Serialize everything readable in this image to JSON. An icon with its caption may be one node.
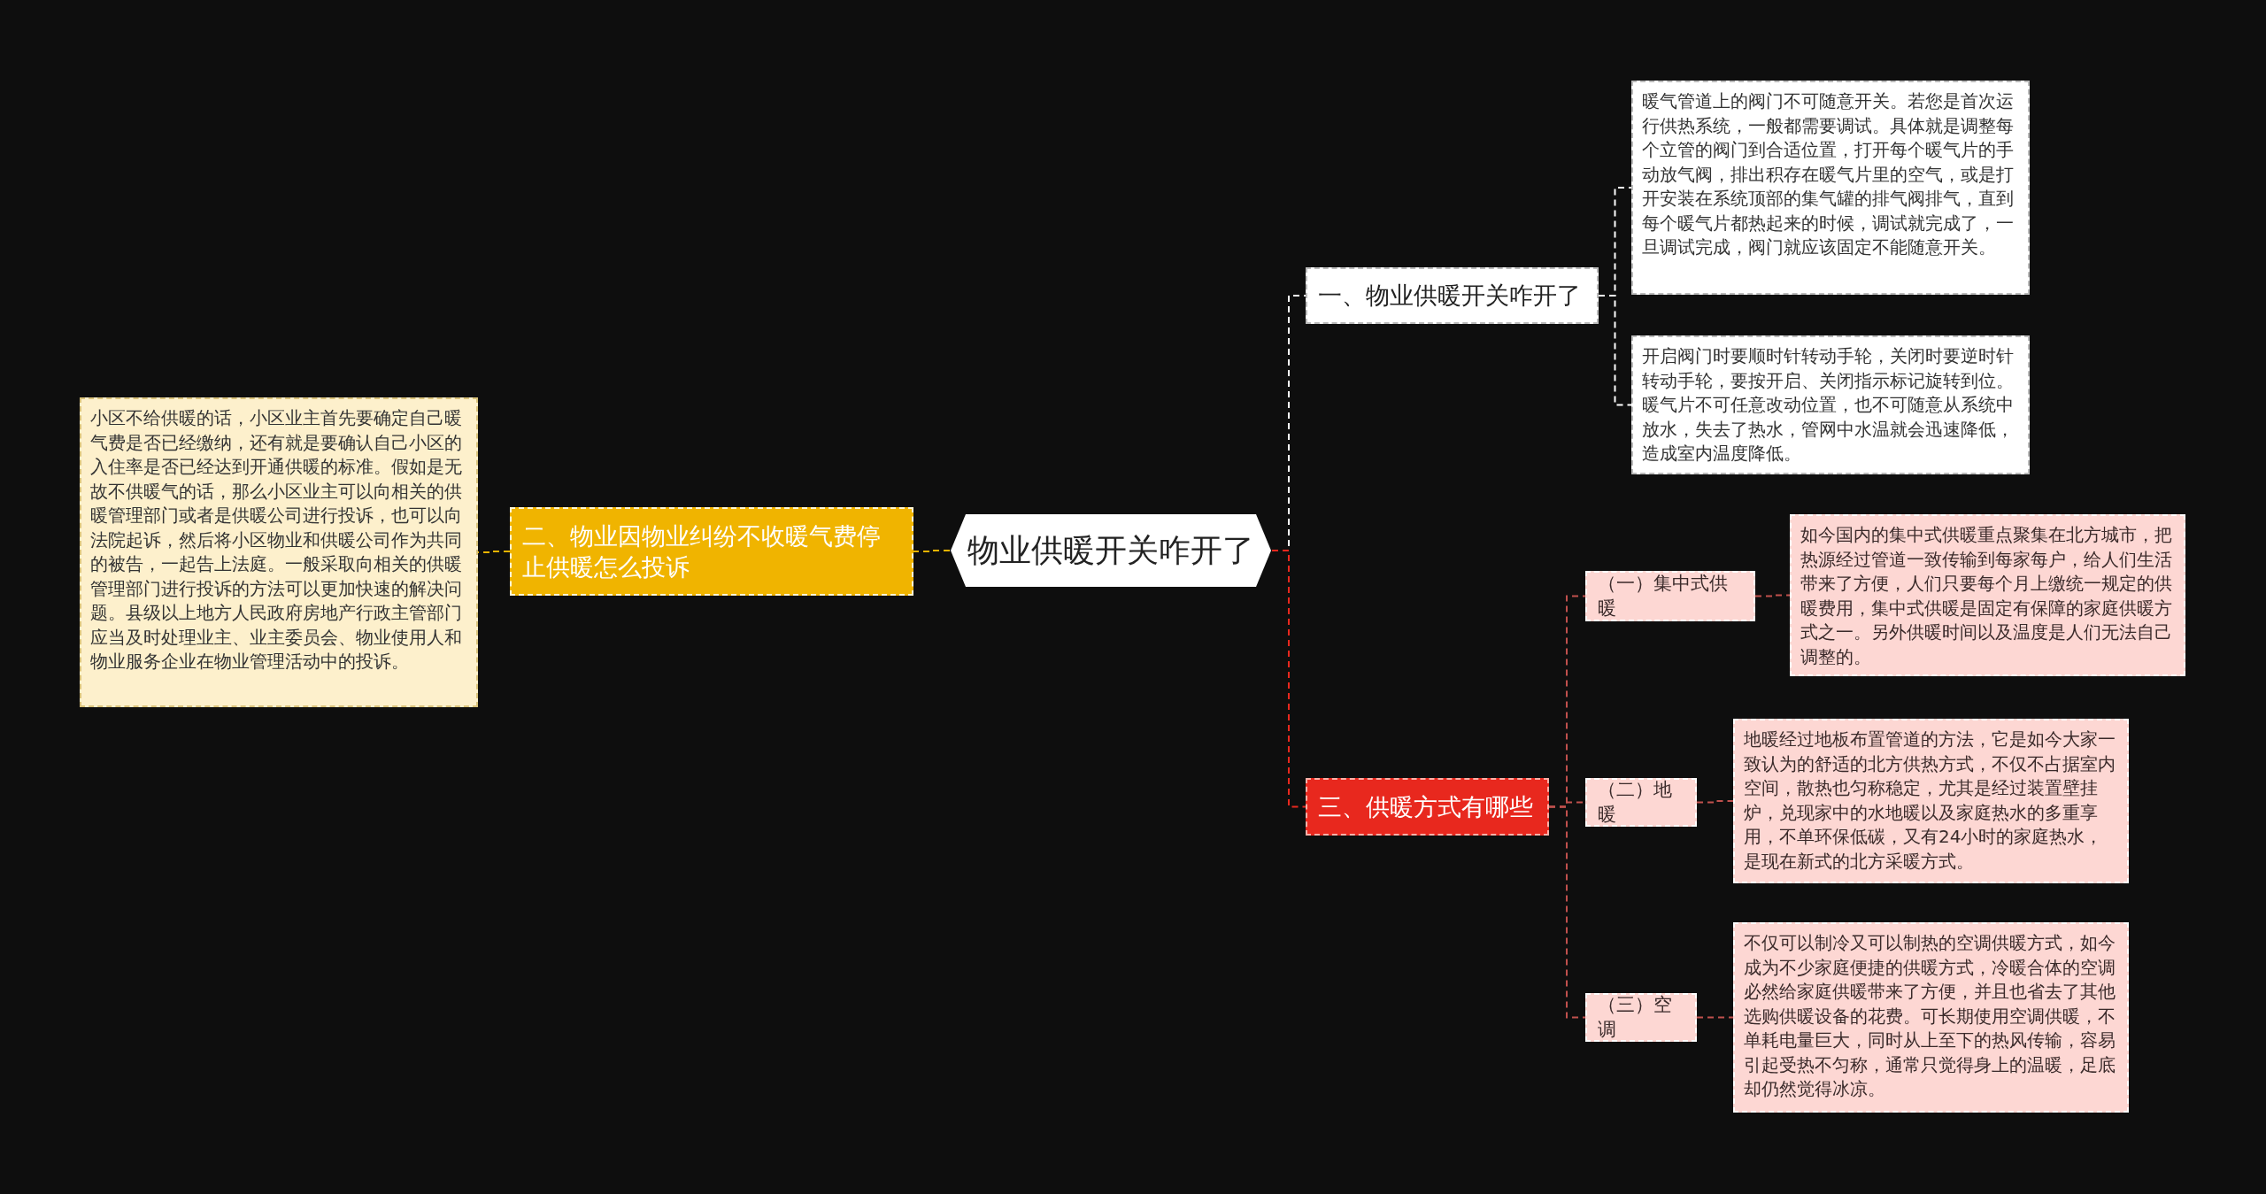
{
  "diagram": {
    "nodes": [
      {
        "text": [
          "物业供暖开关咋开了"
        ]
      },
      {
        "text": [
          "一、物业供暖开关咋开了"
        ]
      },
      {
        "text": [
          "暖气管道上的阀门不可随意开关。若您是首次运行供热系统，一般都需要调试。具体就是调整每个立管的阀门到合适位置，打开每个暖气片的手动放气阀，排出积存在暖气片里的空气，或是打开安装在系统顶部的集气罐的排气阀排气，直到每个暖气片都热起来的时候，调试就完成了，一旦调试完成，阀门就应该固定不能随意开关。"
        ]
      },
      {
        "text": [
          "开启阀门时要顺时针转动手轮，关闭时要逆时针转动手轮，要按开启、关闭指示标记旋转到位。暖气片不可任意改动位置，也不可随意从系统中放水，失去了热水，管网中水温就会迅速降低，造成室内温度降低。"
        ]
      },
      {
        "text": [
          "二、物业因物业纠纷不收暖气费停止供暖怎么投诉"
        ]
      },
      {
        "text": [
          "小区不给供暖的话，小区业主首先要确定自己暖气费是否已经缴纳，还有就是要确认自己小区的入住率是否已经达到开通供暖的标准。假如是无故不供暖气的话，那么小区业主可以向相关的供暖管理部门或者是供暖公司进行投诉，也可以向法院起诉，然后将小区物业和供暖公司作为共同的被告，一起告上法庭。一般采取向相关的供暖管理部门进行投诉的方法可以更加快速的解决问题。县级以上地方人民政府房地产行政主管部门应当及时处理业主、业主委员会、物业使用人和物业服务企业在物业管理活动中的投诉。"
        ]
      },
      {
        "text": [
          "三、供暖方式有哪些"
        ]
      },
      {
        "text": [
          "（一）集中式供暖"
        ]
      },
      {
        "text": [
          "如今国内的集中式供暖重点聚集在北方城市，把热源经过管道一致传输到每家每户，给人们生活带来了方便，人们只要每个月上缴统一规定的供暖费用，集中式供暖是固定有保障的家庭供暖方式之一。另外供暖时间以及温度是人们无法自己调整的。"
        ]
      },
      {
        "text": [
          "（二）地暖"
        ]
      },
      {
        "text": [
          "地暖经过地板布置管道的方法，它是如今大家一致认为的舒适的北方供热方式，不仅不占据室内空间，散热也匀称稳定，尤其是经过装置壁挂炉，兑现家中的水地暖以及家庭热水的多重享用，不单环保低碳，又有24小时的家庭热水，是现在新式的北方采暖方式。"
        ]
      },
      {
        "text": [
          "（三）空调"
        ]
      },
      {
        "text": [
          "不仅可以制冷又可以制热的空调供暖方式，如今成为不少家庭便捷的供暖方式，冷暖合体的空调必然给家庭供暖带来了方便，并且也省去了其他选购供暖设备的花费。可长期使用空调供暖，不单耗电量巨大，同时从上至下的热风传输，容易引起受热不匀称，通常只觉得身上的温暖，足底却仍然觉得冰凉。"
        ]
      }
    ],
    "edges": [
      {
        "from": 0,
        "to": 1,
        "arrow": "none",
        "color": "#ffffff"
      },
      {
        "from": 1,
        "to": 2,
        "arrow": "none",
        "color": "#ffffff"
      },
      {
        "from": 1,
        "to": 3,
        "arrow": "none",
        "color": "#ffffff"
      },
      {
        "from": 0,
        "to": 4,
        "arrow": "none",
        "color": "#f0b400"
      },
      {
        "from": 4,
        "to": 5,
        "arrow": "none",
        "color": "#f0b400"
      },
      {
        "from": 0,
        "to": 6,
        "arrow": "none",
        "color": "#e8281e"
      },
      {
        "from": 6,
        "to": 7,
        "arrow": "none"
      },
      {
        "from": 6,
        "to": 9,
        "arrow": "none"
      },
      {
        "from": 6,
        "to": 11,
        "arrow": "none"
      },
      {
        "from": 7,
        "to": 8,
        "arrow": "none"
      },
      {
        "from": 9,
        "to": 10,
        "arrow": "none"
      },
      {
        "from": 11,
        "to": 12,
        "arrow": "none"
      }
    ]
  }
}
